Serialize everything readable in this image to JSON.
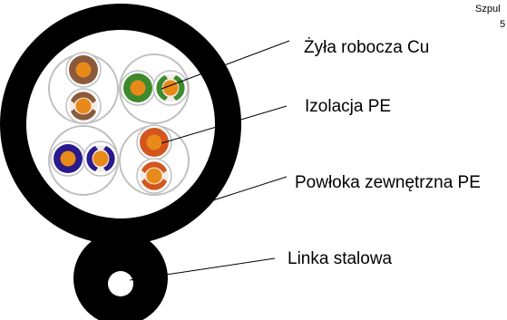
{
  "corner": {
    "line1": "Szpul",
    "line2": "5"
  },
  "labels": {
    "conductor": "Żyła robocza Cu",
    "insulation": "Izolacja PE",
    "sheath": "Powłoka zewnętrzna PE",
    "messenger": "Linka stalowa"
  },
  "colors": {
    "sheath": "#000000",
    "core_fill": "#ffffff",
    "pair_ring": "#c0c0c0",
    "copper": "#e88a1a",
    "pair_brown": "#8b5a3c",
    "pair_green": "#3e8a2e",
    "pair_blue": "#2a1a8c",
    "pair_orange": "#d4561e",
    "stripe_white": "#f2ece4"
  },
  "pairs": [
    {
      "name": "brown-pair",
      "color": "pair_brown"
    },
    {
      "name": "green-pair",
      "color": "pair_green"
    },
    {
      "name": "blue-pair",
      "color": "pair_blue"
    },
    {
      "name": "orange-pair",
      "color": "pair_orange"
    }
  ]
}
